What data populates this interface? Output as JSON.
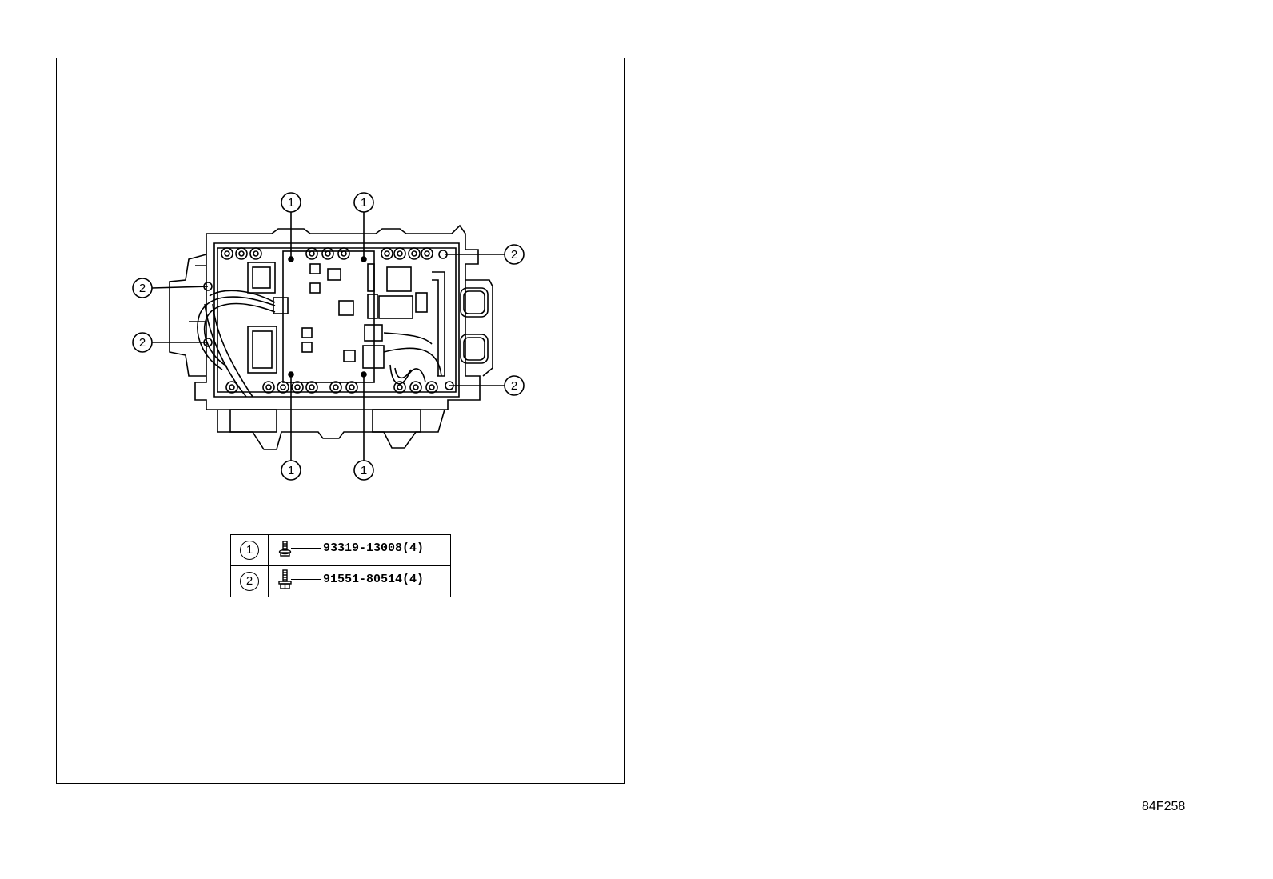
{
  "diagram": {
    "callouts": [
      {
        "label": "1"
      },
      {
        "label": "1"
      },
      {
        "label": "1"
      },
      {
        "label": "1"
      },
      {
        "label": "2"
      },
      {
        "label": "2"
      },
      {
        "label": "2"
      },
      {
        "label": "2"
      }
    ]
  },
  "legend": {
    "rows": [
      {
        "ref": "1",
        "part_number": "93319-13008(4)"
      },
      {
        "ref": "2",
        "part_number": "91551-80514(4)"
      }
    ]
  },
  "reference_code": "84F258"
}
